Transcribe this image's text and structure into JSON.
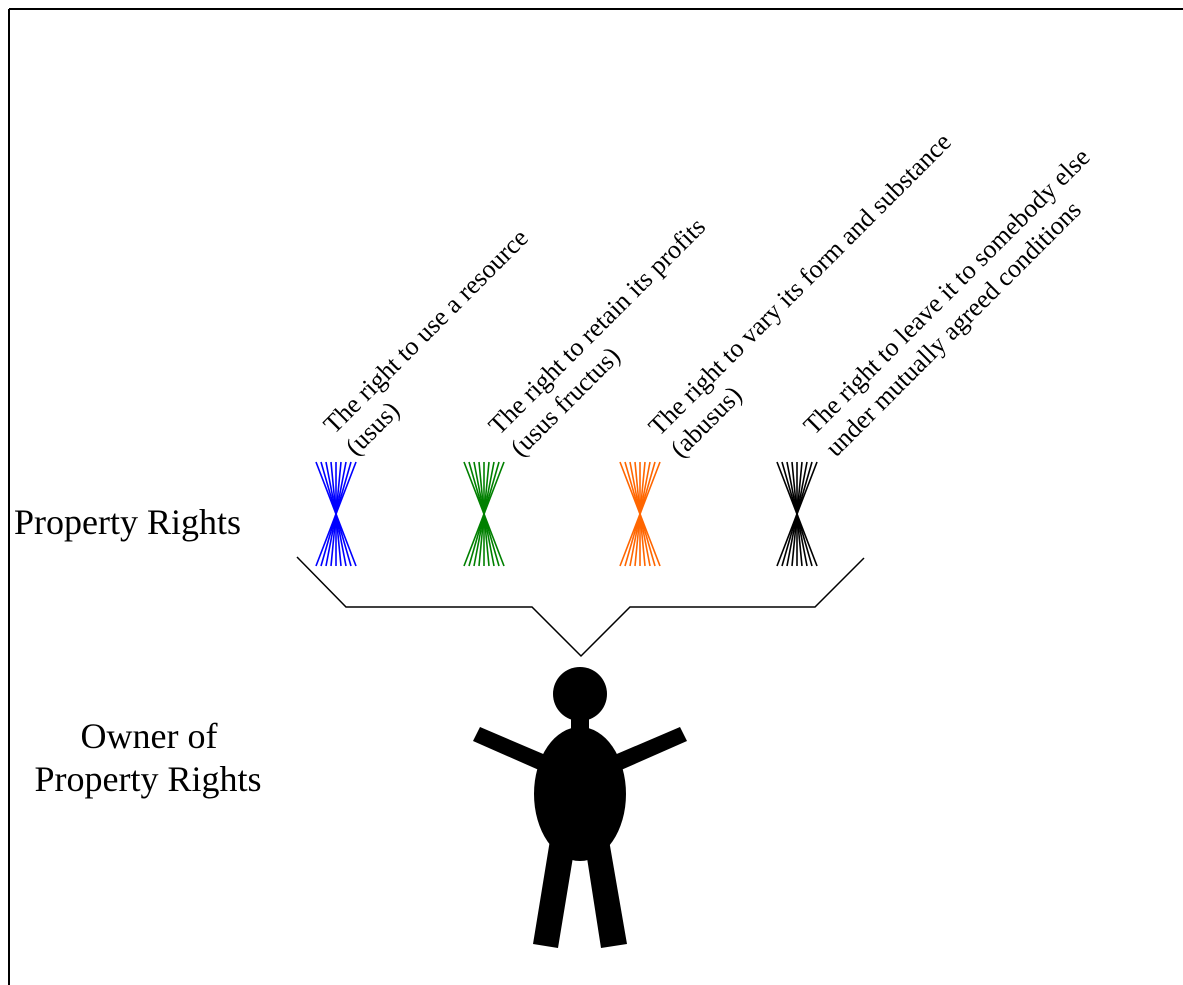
{
  "labels": {
    "property_rights": "Property Rights",
    "owner_line1": "Owner of",
    "owner_line2": "Property Rights"
  },
  "rights": [
    {
      "line1": "The right to use a resource",
      "line2": "(usus)",
      "color": "#0000ff"
    },
    {
      "line1": "The right to retain its profits",
      "line2": "(usus fructus)",
      "color": "#008000"
    },
    {
      "line1": "The right to vary its form and substance",
      "line2": "(abusus)",
      "color": "#ff6600"
    },
    {
      "line1": "The right to leave it to somebody else",
      "line2": "under mutually agreed conditions",
      "color": "#000000"
    }
  ],
  "icons": {
    "bundle": "stick-bundle-icon",
    "owner": "person-figure-icon"
  }
}
